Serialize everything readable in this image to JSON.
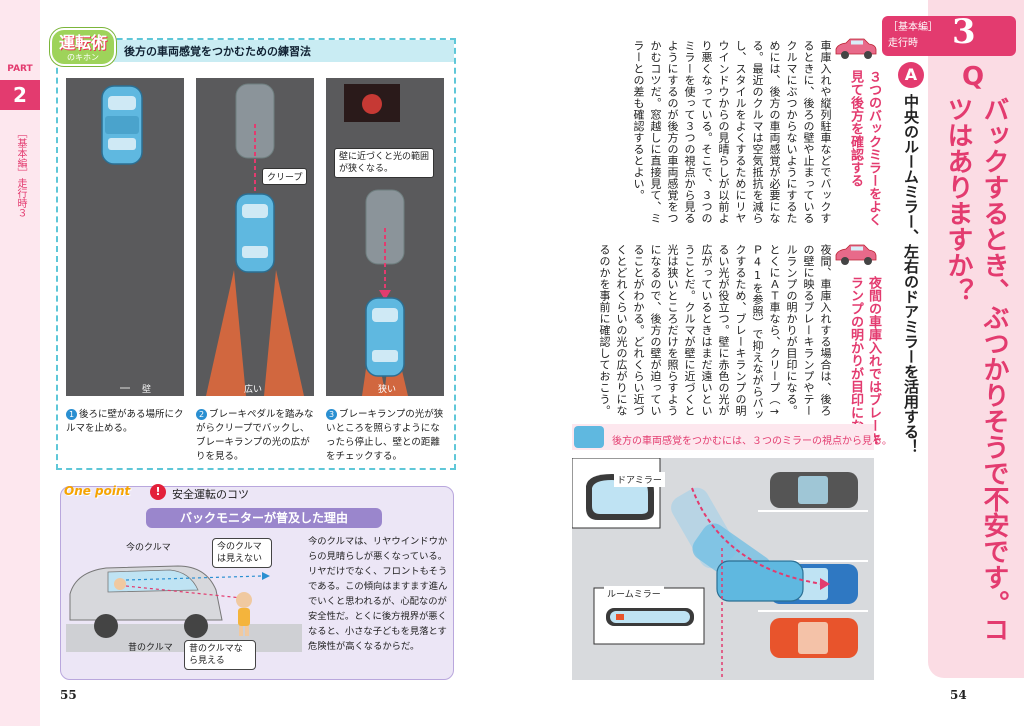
{
  "left_page": {
    "part_label": "PART",
    "part_number": "2",
    "tab_text": "［基本編］走行時３",
    "practice": {
      "logo_main": "運転術",
      "logo_sub": "のキホン",
      "title": "後方の車両感覚をつかむための練習法",
      "panel_labels": {
        "wall_1": "壁",
        "wide": "広い",
        "creep": "クリープ",
        "note_3": "壁に近づくと光の範囲が狭くなる。",
        "narrow": "狭い"
      },
      "captions": [
        {
          "num": "1",
          "text": "後ろに壁がある場所にクルマを止める。"
        },
        {
          "num": "2",
          "text": "ブレーキペダルを踏みながらクリープでバックし、ブレーキランプの光の広がりを見る。"
        },
        {
          "num": "3",
          "text": "ブレーキランプの光が狭いところを照らすようになったら停止し、壁との距離をチェックする。"
        }
      ]
    },
    "onepoint": {
      "logo": "One point",
      "excl": "!",
      "label": "安全運転のコツ",
      "banner": "バックモニターが普及した理由",
      "now_car": "今のクルマ",
      "old_car": "昔のクルマ",
      "bubble_now": "今のクルマは見えない",
      "bubble_old": "昔のクルマなら見える",
      "text": "今のクルマは、リヤウインドウからの見晴らしが悪くなっている。リヤだけでなく、フロントもそうである。この傾向はますます進んでいくと思われるが、心配なのが安全性だ。とくに後方視界が悪くなると、小さな子どもを見落とす危険性が高くなるからだ。"
    },
    "page_number": "55"
  },
  "right_page": {
    "section_tag": "［基本編］",
    "section_sub": "走行時",
    "section_num": "3",
    "q_mark": "Q",
    "question": "バックするとき、ぶつかりそうで不安です。コツはありますか？",
    "a_mark": "A",
    "answer": "中央のルームミラー、左右のドアミラーを活用する！",
    "point_1_title": "３つのバックミラーをよく見て後方を確認する",
    "body_1": "車庫入れや縦列駐車などでバックするときに、後ろの壁や止まっているクルマにぶつからないようにするためには、後方の車両感覚が必要になる。最近のクルマは空気抵抗を減らし、スタイルをよくするためにリヤウインドウからの見晴らしが以前より悪くなっている。そこで、３つのミラーを使って３つの視点から見るようにするのが後方の車両感覚をつかむコツだ。窓越しに直接見て、ミラーとの差も確認するとよい。",
    "point_2_title": "夜間の車庫入れではブレーキランプの明かりが目印になる",
    "body_2": "夜間、車庫入れする場合は、後ろの壁に映るブレーキランプやテールランプの明かりが目印になる。とくにＡＴ車なら、クリープ（→Ｐ41を参照）で抑えながらバックするため、ブレーキランプの明るい光が役立つ。壁に赤色の光が広がっているときはまだ遠いということだ。クルマが壁に近づくと光は狭いところだけを照らすようになるので、後方の壁が迫っていることがわかる。どれくらい近づくとどれくらいの光の広がりになるのかを事前に確認しておこう。",
    "mirror_caption": "後方の車両感覚をつかむには、３つのミラーの視点から見る。",
    "door_mirror": "ドアミラー",
    "room_mirror": "ルームミラー",
    "page_number": "54"
  },
  "colors": {
    "accent_pink": "#e33b6f",
    "tab_pink": "#fbdce4",
    "practice_border": "#5fc7d8",
    "onepoint_bg": "#ece6f6",
    "car_blue": "#5fb8e0",
    "brake_light": "#e66a3a"
  },
  "icons": [
    "car-icon",
    "exclamation-icon",
    "number-circle-icon"
  ]
}
